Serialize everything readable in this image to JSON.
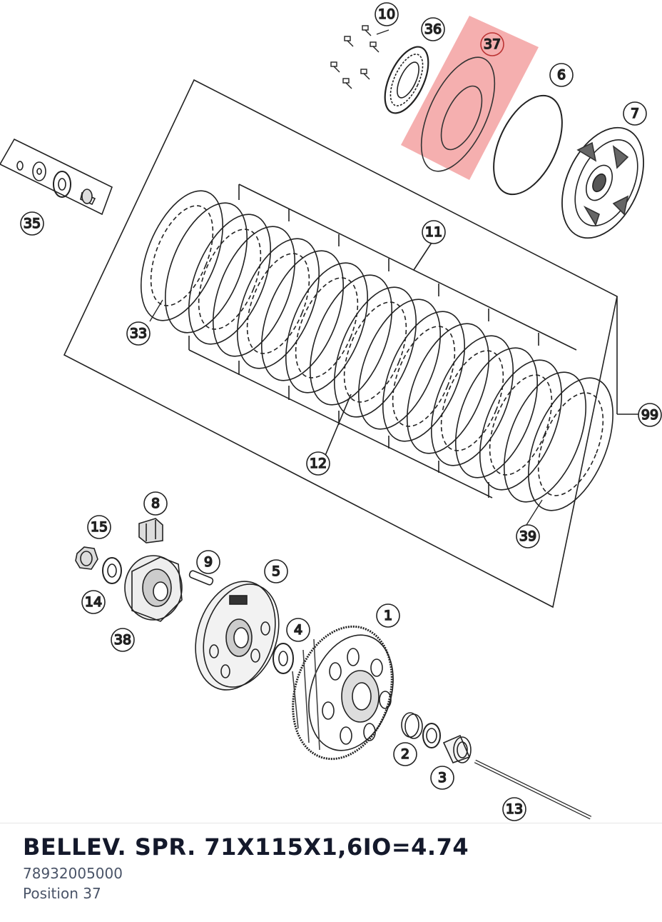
{
  "highlight_color": "#f4a6a6",
  "callouts": {
    "c10": "10",
    "c36": "36",
    "c37": "37",
    "c6": "6",
    "c7": "7",
    "c35": "35",
    "c11": "11",
    "c33": "33",
    "c12": "12",
    "c99": "99",
    "c39": "39",
    "c8": "8",
    "c15": "15",
    "c9": "9",
    "c5": "5",
    "c14": "14",
    "c38": "38",
    "c4": "4",
    "c1": "1",
    "c2": "2",
    "c3": "3",
    "c13": "13"
  },
  "part": {
    "title": "BELLEV. SPR. 71X115X1,6IO=4.74",
    "number": "78932005000",
    "position": "Position 37"
  }
}
